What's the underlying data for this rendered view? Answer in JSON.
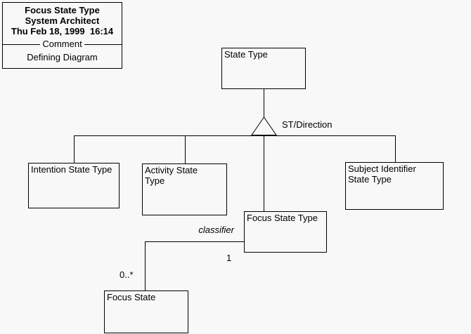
{
  "colors": {
    "background": "#f8f8f8",
    "line": "#000000",
    "text": "#000000"
  },
  "title_block": {
    "title": "Focus State Type",
    "subtitle": "System Architect",
    "date": "Thu Feb 18, 1999  16:14",
    "separator_label": "Comment",
    "comment": "Defining Diagram"
  },
  "diagram": {
    "nodes": {
      "state_type": {
        "label": "State Type"
      },
      "intention_state_type": {
        "label": "Intention State Type"
      },
      "activity_state_type": {
        "line1": "Activity State",
        "line2": "Type"
      },
      "focus_state_type": {
        "label": "Focus State Type"
      },
      "subject_identifier_state_type": {
        "line1": "Subject Identifier",
        "line2": "State Type"
      },
      "focus_state": {
        "label": "Focus State"
      }
    },
    "generalization_label": "ST/Direction",
    "association": {
      "role_label": "classifier",
      "multiplicity_source": "1",
      "multiplicity_target": "0..*"
    }
  }
}
